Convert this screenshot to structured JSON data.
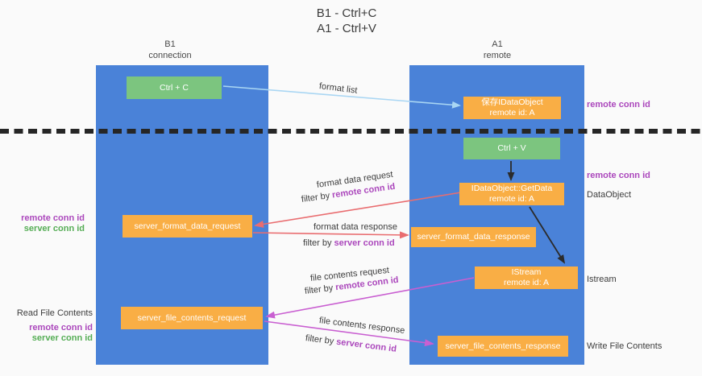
{
  "title": {
    "line1": "B1 - Ctrl+C",
    "line2": "A1 - Ctrl+V"
  },
  "lanes": {
    "left": {
      "title": "B1",
      "subtitle": "connection"
    },
    "right": {
      "title": "A1",
      "subtitle": "remote"
    }
  },
  "boxes": {
    "ctrl_c": {
      "label": "Ctrl + C"
    },
    "save_obj": {
      "line1": "保存IDataObject",
      "line2": "remote id: A"
    },
    "ctrl_v": {
      "label": "Ctrl + V"
    },
    "get_data": {
      "line1": "IDataObject::GetData",
      "line2": "remote id: A"
    },
    "format_request": {
      "label": "server_format_data_request"
    },
    "format_response": {
      "label": "server_format_data_response"
    },
    "istream": {
      "line1": "IStream",
      "line2": "remote id: A"
    },
    "file_request": {
      "label": "server_file_contents_request"
    },
    "file_response": {
      "label": "server_file_contents_response"
    }
  },
  "flow_labels": {
    "format_list": "format list",
    "format_data_request": "format data request",
    "format_data_response": "format data response",
    "file_contents_request": "file contents request",
    "file_contents_response": "file contents response",
    "filter_by": "filter by ",
    "remote_conn_id": "remote conn id",
    "server_conn_id": "server conn id"
  },
  "side_labels": {
    "remote_conn_id": "remote conn id",
    "server_conn_id": "server conn id",
    "data_object": "DataObject",
    "istream": "Istream",
    "read_file_contents": "Read File Contents",
    "write_file_contents": "Write File Contents"
  },
  "colors": {
    "lane_blue": "#4a82d8",
    "green_box": "#7cc57f",
    "orange_box": "#f9ae45",
    "purple_text": "#ab47bc",
    "green_text": "#55ad55",
    "red_arrow": "#e96d70",
    "magenta_arrow": "#c95fd1",
    "light_blue_arrow": "#a9d6f3",
    "dashed_line": "#262626"
  }
}
